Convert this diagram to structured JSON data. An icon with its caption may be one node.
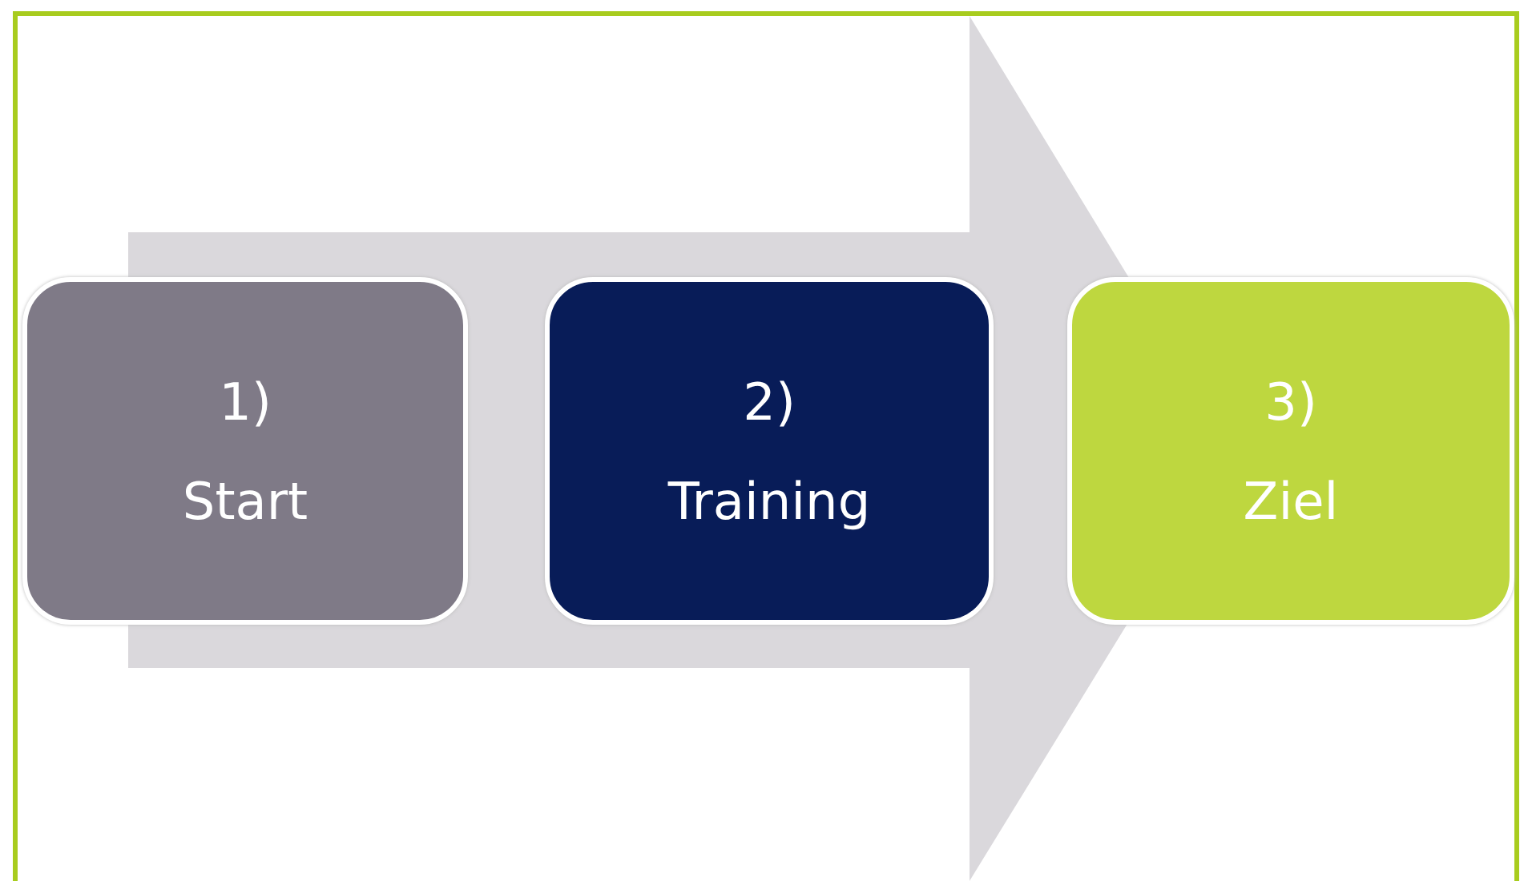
{
  "diagram": {
    "nodes": [
      {
        "text": [
          "1)",
          "Start"
        ]
      },
      {
        "text": [
          "2)",
          "Training"
        ]
      },
      {
        "text": [
          "3)",
          "Ziel"
        ]
      }
    ],
    "edges": [
      {
        "from": 0,
        "to": 2,
        "arrow": "to"
      }
    ]
  }
}
